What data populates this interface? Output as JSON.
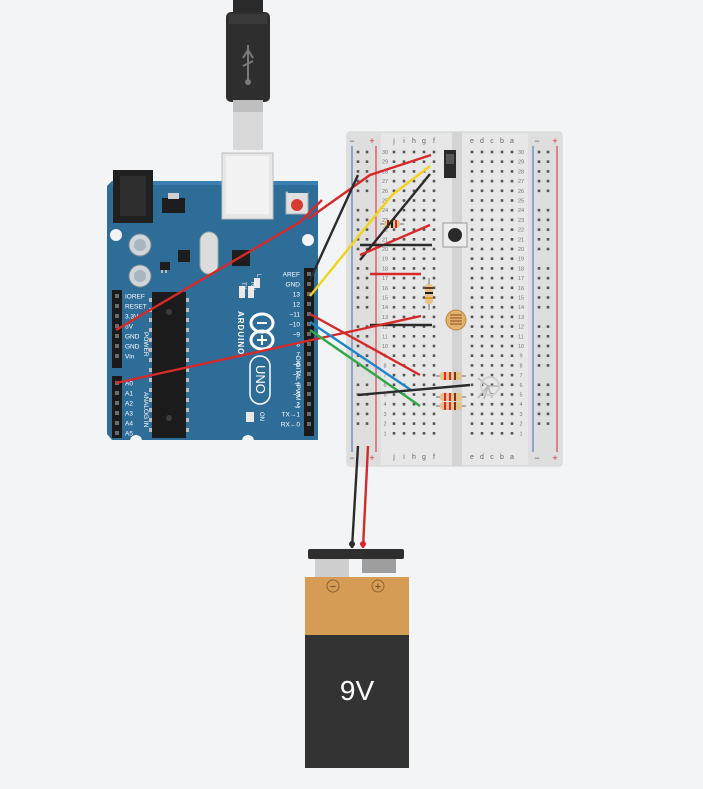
{
  "colors": {
    "background": "#f2f4f6",
    "board": "#2f6d99",
    "board_dark": "#1f4f73",
    "breadboard": "#e7e7e7",
    "rail_red": "#d7282f",
    "rail_blue": "#3a6fb0",
    "wire_red": "#d62a2a",
    "wire_black": "#2b2b2b",
    "wire_yellow": "#f2d21a",
    "wire_blue": "#1f86c9",
    "wire_green": "#2fa84a",
    "battery_top": "#d69c55",
    "battery_body": "#333333"
  },
  "arduino": {
    "brand": "ARDUINO",
    "model": "UNO",
    "on_label": "ON",
    "tx_label": "TX",
    "rx_label": "RX",
    "l_label": "L",
    "digital_header_label": "DIGITAL (PWM ~)",
    "power_header_label": "POWER",
    "analog_header_label": "ANALOG IN",
    "digital_pins": [
      "AREF",
      "GND",
      "13",
      "12",
      "~11",
      "~10",
      "~9",
      "8",
      "7",
      "~6",
      "~5",
      "4",
      "~3",
      "2",
      "TX→1",
      "RX←0"
    ],
    "power_pins": [
      "IOREF",
      "RESET",
      "3.3V",
      "5V",
      "GND",
      "GND",
      "Vin"
    ],
    "analog_pins": [
      "A0",
      "A1",
      "A2",
      "A3",
      "A4",
      "A5"
    ]
  },
  "breadboard": {
    "column_letters_left": [
      "j",
      "i",
      "h",
      "g",
      "f"
    ],
    "column_letters_right": [
      "e",
      "d",
      "c",
      "b",
      "a"
    ],
    "row_numbers": [
      "30",
      "29",
      "28",
      "27",
      "26",
      "25",
      "24",
      "23",
      "22",
      "21",
      "20",
      "19",
      "18",
      "17",
      "16",
      "15",
      "14",
      "13",
      "12",
      "11",
      "10",
      "9",
      "8",
      "7",
      "6",
      "5",
      "4",
      "3",
      "2",
      "1"
    ],
    "rail_minus": "−",
    "rail_plus": "+"
  },
  "battery": {
    "label": "9V",
    "minus": "−",
    "plus": "+"
  },
  "components": {
    "icons": [
      "usb-cable-icon",
      "reset-button-icon",
      "slide-switch-icon",
      "pushbutton-icon",
      "photoresistor-icon",
      "rgb-led-icon",
      "resistor-icon",
      "battery-icon"
    ]
  }
}
